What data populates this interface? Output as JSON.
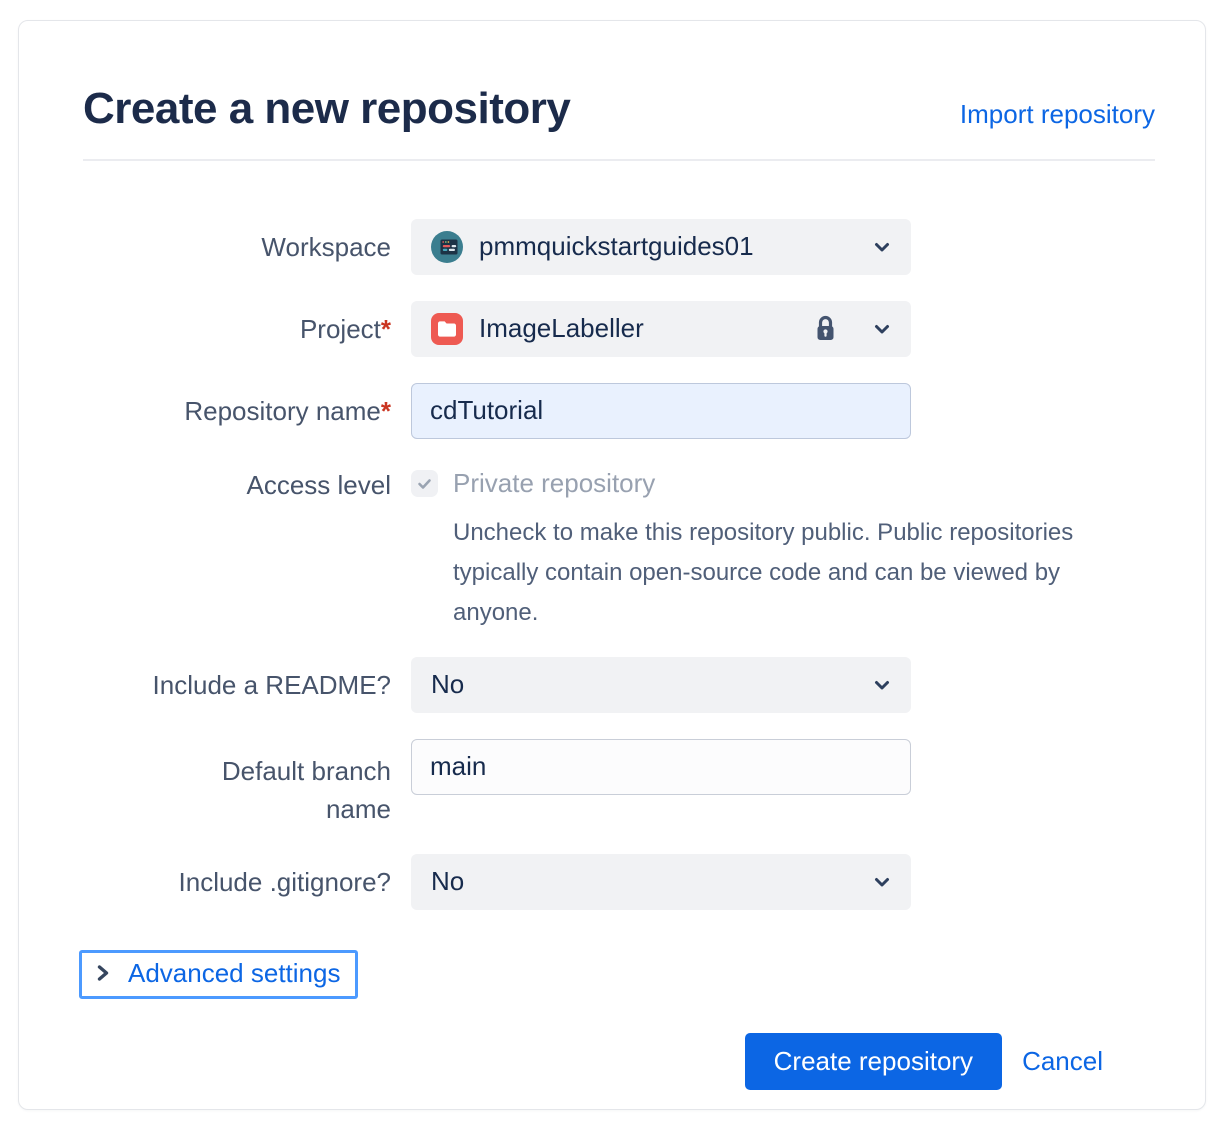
{
  "header": {
    "title": "Create a new repository",
    "import_link_label": "Import repository"
  },
  "form": {
    "workspace": {
      "label": "Workspace",
      "value": "pmmquickstartguides01"
    },
    "project": {
      "label": "Project",
      "required_mark": "*",
      "value": "ImageLabeller",
      "locked": true
    },
    "repository_name": {
      "label": "Repository name",
      "required_mark": "*",
      "value": "cdTutorial"
    },
    "access_level": {
      "label": "Access level",
      "checkbox_label": "Private repository",
      "checkbox_checked": true,
      "checkbox_disabled": true,
      "help_text": "Uncheck to make this repository public. Public repositories typically contain open-source code and can be viewed by anyone."
    },
    "include_readme": {
      "label": "Include a README?",
      "value": "No"
    },
    "default_branch": {
      "label": "Default branch name",
      "value": "main"
    },
    "include_gitignore": {
      "label": "Include .gitignore?",
      "value": "No"
    },
    "advanced_settings": {
      "label": "Advanced settings"
    }
  },
  "footer": {
    "create_label": "Create repository",
    "cancel_label": "Cancel"
  },
  "colors": {
    "accent_blue": "#0C66E4",
    "focus_ring_blue": "#4C9AFF",
    "title_navy": "#1C2B4A",
    "label_slate": "#47546B",
    "muted_text": "#98A1B0",
    "required_red": "#CA3521",
    "select_background": "#F1F2F4",
    "repo_input_background": "#E9F1FE",
    "project_icon_red": "#EE5A52",
    "workspace_avatar_teal": "#3B7E8F"
  }
}
